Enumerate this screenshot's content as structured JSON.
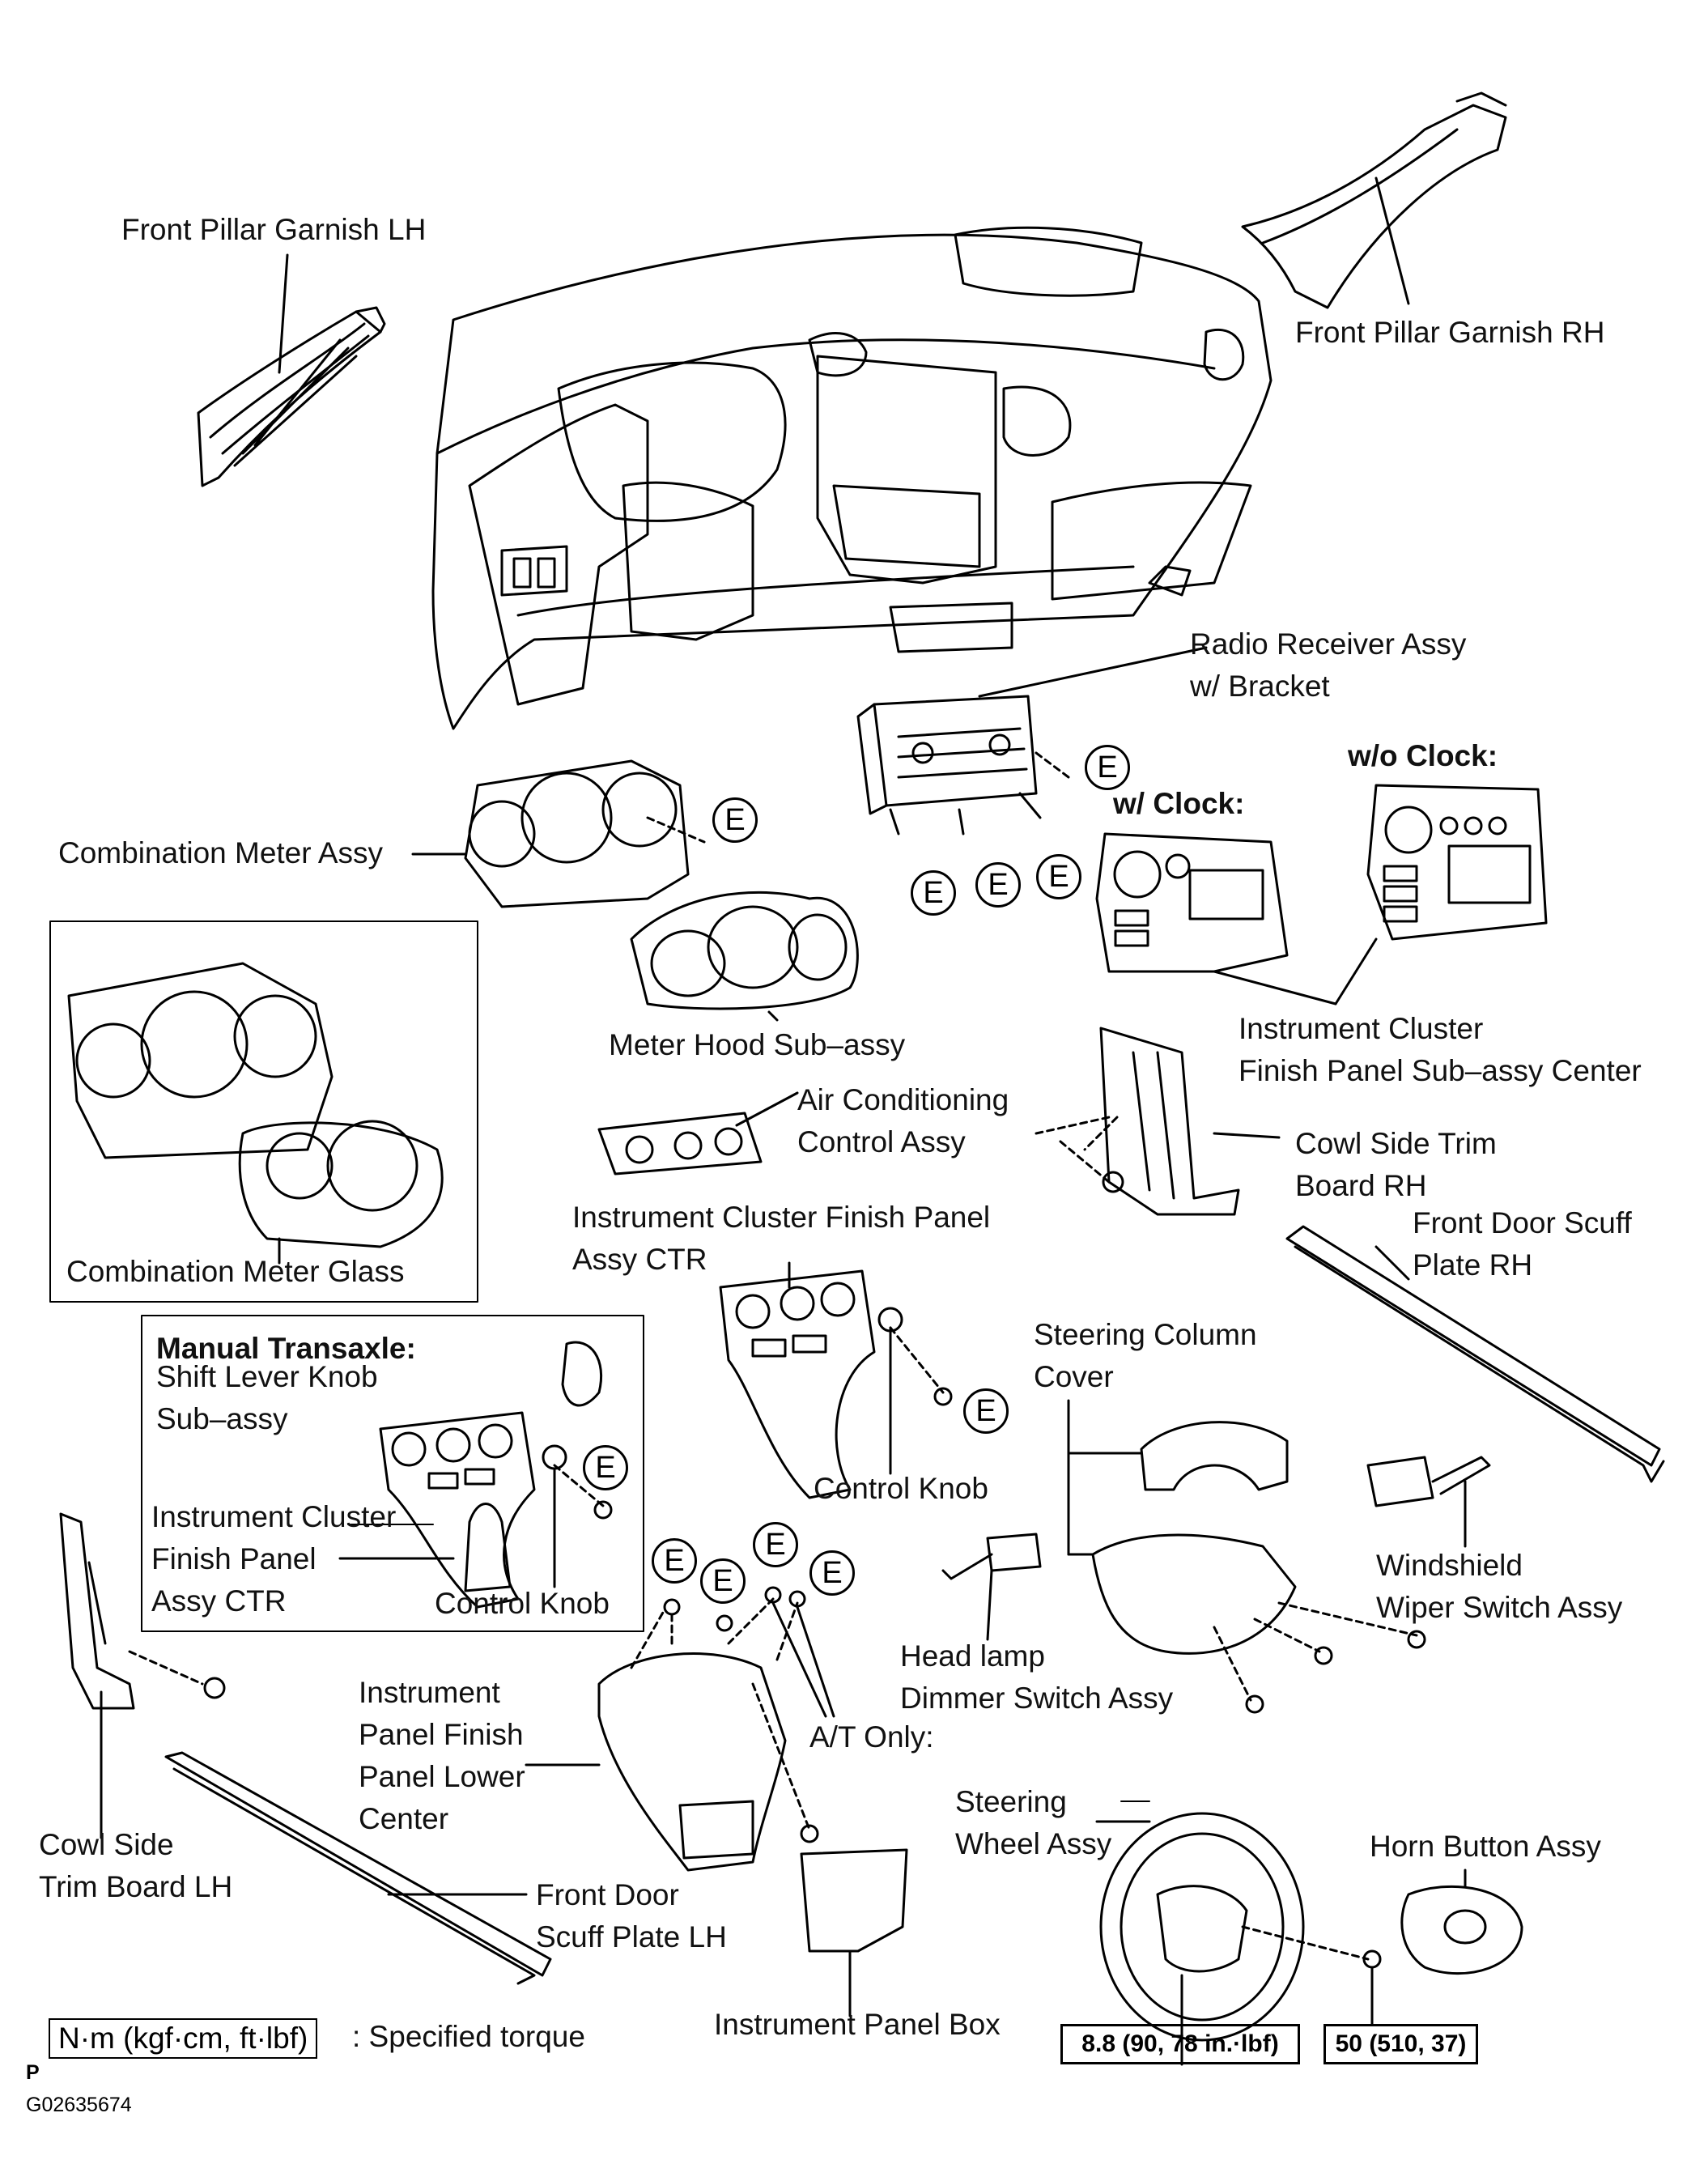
{
  "labels": {
    "front_pillar_garnish_lh": [
      "Front Pillar Garnish LH"
    ],
    "front_pillar_garnish_rh": [
      "Front Pillar Garnish RH"
    ],
    "radio_receiver": [
      "Radio Receiver Assy",
      "w/ Bracket"
    ],
    "wo_clock": [
      "w/o Clock:"
    ],
    "w_clock": [
      "w/ Clock:"
    ],
    "combination_meter": [
      "Combination Meter Assy"
    ],
    "meter_hood": [
      "Meter Hood Sub–assy"
    ],
    "instrument_cluster_center": [
      "Instrument Cluster",
      "Finish Panel Sub–assy Center"
    ],
    "air_conditioning": [
      "Air Conditioning",
      "Control Assy"
    ],
    "cowl_side_rh": [
      "Cowl Side Trim",
      "Board RH"
    ],
    "combination_meter_glass": [
      "Combination Meter Glass"
    ],
    "instrument_cluster_ctr": [
      "Instrument Cluster Finish Panel",
      "Assy CTR"
    ],
    "front_door_scuff_rh": [
      "Front Door Scuff",
      "Plate RH"
    ],
    "manual_transaxle": [
      "Manual Transaxle:"
    ],
    "shift_lever_knob": [
      "Shift Lever Knob",
      "Sub–assy"
    ],
    "instrument_cluster_mt": [
      "Instrument Cluster",
      "Finish Panel",
      "Assy CTR"
    ],
    "control_knob_mt": [
      "Control Knob"
    ],
    "control_knob": [
      "Control Knob"
    ],
    "steering_column_cover": [
      "Steering Column",
      "Cover"
    ],
    "windshield_wiper": [
      "Windshield",
      "Wiper Switch Assy"
    ],
    "head_lamp_dimmer": [
      "Head lamp",
      "Dimmer Switch Assy"
    ],
    "instrument_panel_lower": [
      "Instrument",
      "Panel Finish",
      "Panel Lower",
      "Center"
    ],
    "at_only": [
      "A/T Only:"
    ],
    "steering_wheel": [
      "Steering",
      "Wheel Assy"
    ],
    "horn_button": [
      "Horn Button Assy"
    ],
    "cowl_side_lh": [
      "Cowl Side",
      "Trim Board LH"
    ],
    "front_door_scuff_lh": [
      "Front Door",
      "Scuff Plate LH"
    ],
    "instrument_panel_box": [
      "Instrument Panel Box"
    ]
  },
  "torque": {
    "steering_wheel": "8.8 (90, 78 in.·lbf)",
    "horn_button": "50 (510, 37)"
  },
  "legend": {
    "unit": "N·m (kgf·cm, ft·lbf)",
    "text": ": Specified torque"
  },
  "clip_mark": "E",
  "footer": {
    "page_mark": "P",
    "figure_id": "G02635674"
  }
}
